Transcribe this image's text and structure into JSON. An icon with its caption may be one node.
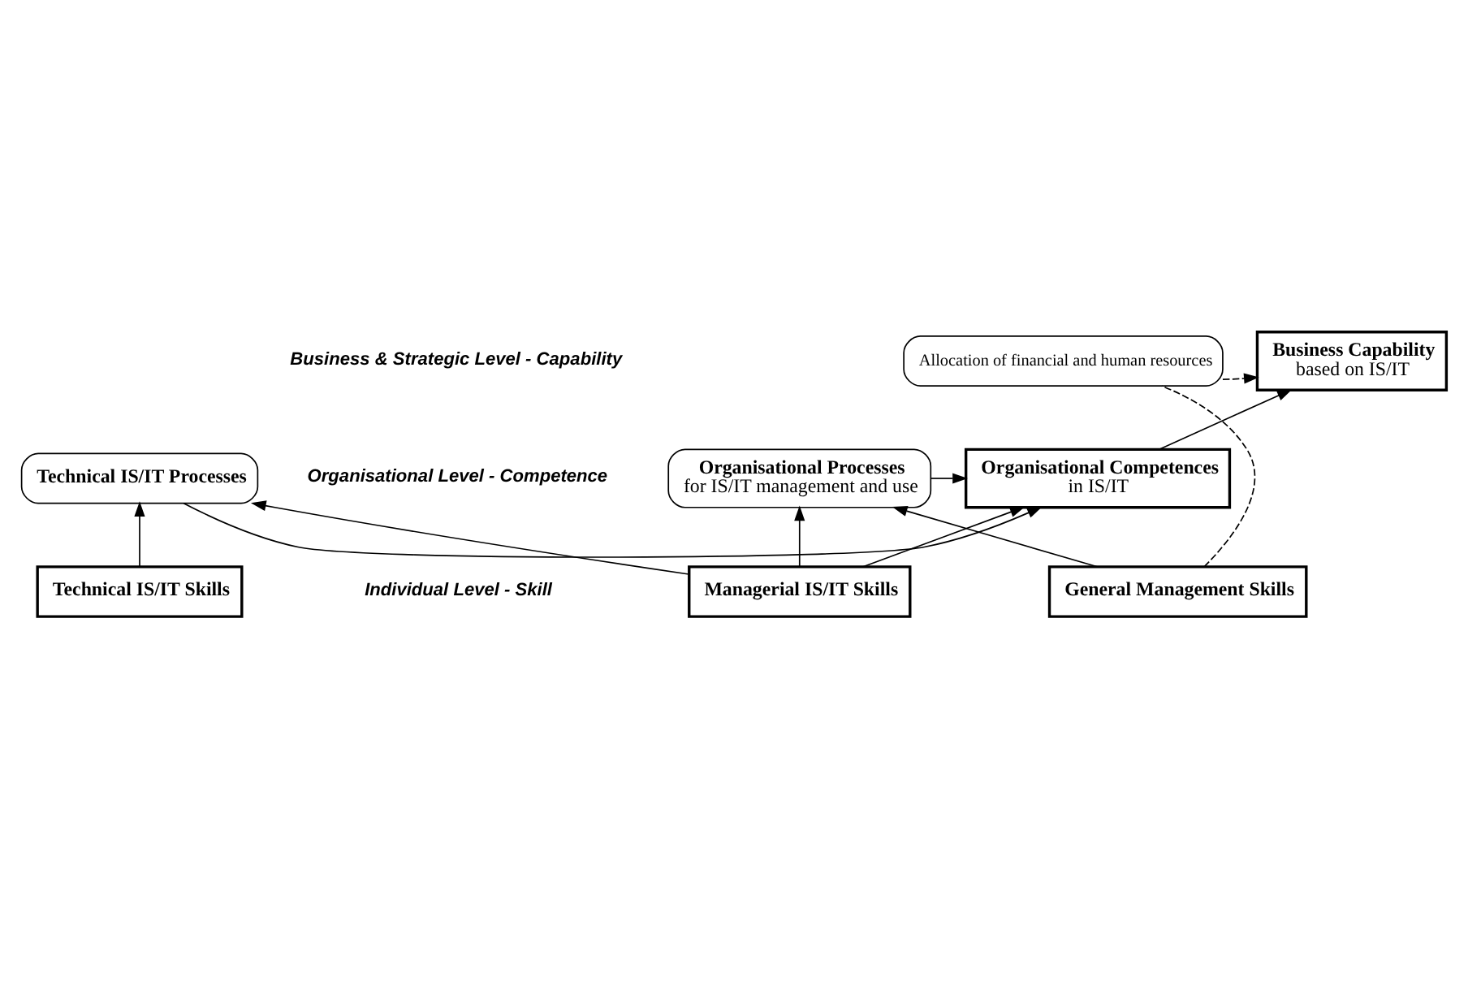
{
  "diagram": {
    "nodes": [
      {
        "text": [
          "Business Capability",
          "based on IS/IT"
        ]
      },
      {
        "text": [
          "Allocation of financial and human resources"
        ]
      },
      {
        "text": [
          "Organisational Competences",
          "in IS/IT"
        ]
      },
      {
        "text": [
          "Technical IS/IT Processes"
        ]
      },
      {
        "text": [
          "Organisational Processes",
          "for IS/IT management and use"
        ]
      },
      {
        "text": [
          "Technical IS/IT Skills"
        ]
      },
      {
        "text": [
          "Managerial IS/IT Skills"
        ]
      },
      {
        "text": [
          "General Management Skills"
        ]
      }
    ],
    "edges": [
      {
        "from": 2,
        "to": 0,
        "arrow": "to"
      },
      {
        "from": 1,
        "to": 0,
        "arrow": "to",
        "style": "dashed"
      },
      {
        "from": 3,
        "to": 2,
        "arrow": "to"
      },
      {
        "from": 4,
        "to": 2,
        "arrow": "to"
      },
      {
        "from": 5,
        "to": 3,
        "arrow": "to"
      },
      {
        "from": 6,
        "to": 3,
        "arrow": "to"
      },
      {
        "from": 6,
        "to": 2,
        "arrow": "to"
      },
      {
        "from": 6,
        "to": 4,
        "arrow": "to"
      },
      {
        "from": 7,
        "to": 4,
        "arrow": "to"
      },
      {
        "from": 7,
        "to": 1,
        "arrow": "none",
        "style": "dashed"
      }
    ],
    "labels": [
      "Business & Strategic Level - Capability",
      "Organisational Level - Competence",
      "Individual Level - Skill"
    ]
  }
}
